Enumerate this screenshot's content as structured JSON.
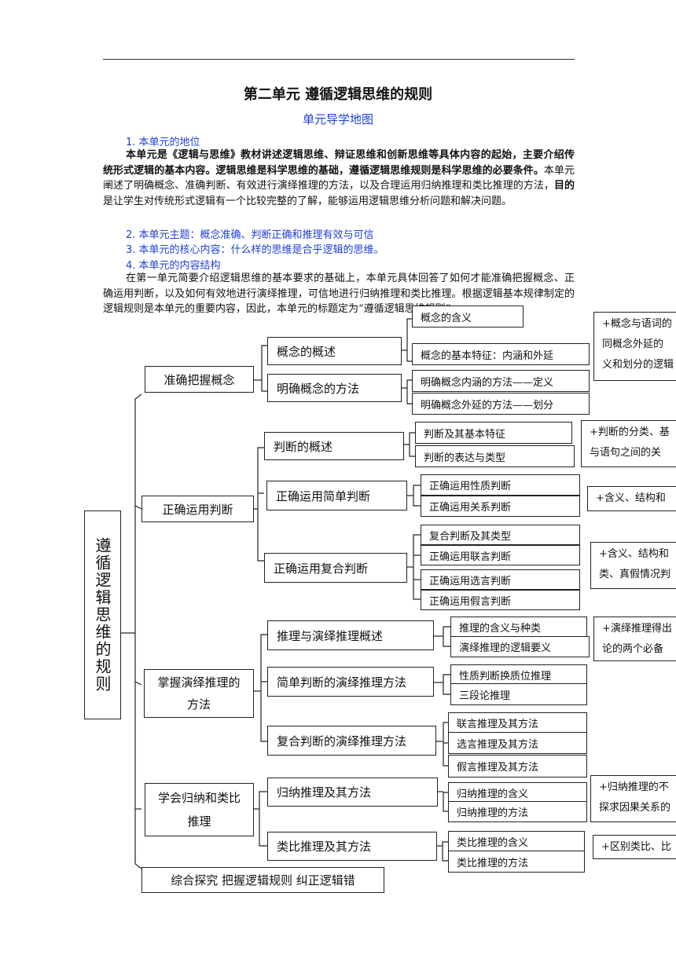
{
  "header": {
    "title": "第二单元 遵循逻辑思维的规则",
    "subtitle": "单元导学地图"
  },
  "sections": {
    "s1": "1. 本单元的地位",
    "s2": "2. 本单元主题：概念准确、判断正确和推理有效与可信",
    "s3": "3. 本单元的核心内容：什么样的思维是合乎逻辑的思维。",
    "s4": "4. 本单元的内容结构"
  },
  "para1": {
    "bold": "本单元是《逻辑与思维》教材讲述逻辑思维、辩证思维和创新思维等具体内容的起始，主要介绍传统形式逻辑的基本内容。逻辑思维是科学思维的基础，遵循逻辑思维规则是科学思维的必要条件。",
    "normal": "本单元阐述了明确概念、准确判断、有效进行演绎推理的方法，以及合理运用归纳推理和类比推理的方法，",
    "bold2": "目的",
    "normal2": "是让学生对传统形式逻辑有一个比较完整的了解，能够运用逻辑思维分析问题和解决问题。"
  },
  "para2": "在第一单元简要介绍逻辑思维的基本要求的基础上，本单元具体回答了如何才能准确把握概念、正确运用判断，以及如何有效地进行演绎推理，可信地进行归纳推理和类比推理。根据逻辑基本规律制定的逻辑规则是本单元的重要内容，因此，本单元的标题定为“遵循逻辑思维规则”。",
  "map": {
    "root": "遵循逻辑思维的规则",
    "concept": {
      "label": "准确把握概念",
      "overview": "概念的概述",
      "meaning": "概念的含义",
      "features": "概念的基本特征：内涵和外延",
      "method": "明确概念的方法",
      "define": "明确概念内涵的方法——定义",
      "divide": "明确概念外延的方法——划分",
      "note": [
        "+概念与语词的",
        "同概念外延的",
        "义和划分的逻辑"
      ]
    },
    "judgment": {
      "label": "正确运用判断",
      "overview": "判断的概述",
      "features": "判断及其基本特征",
      "types": "判断的表达与类型",
      "note1": [
        "+判断的分类、基",
        "与语句之间的关"
      ],
      "simple": "正确运用简单判断",
      "property": "正确运用性质判断",
      "relation": "正确运用关系判断",
      "note2": "+含义、结构和",
      "compound": "正确运用复合判断",
      "ctypes": "复合判断及其类型",
      "conj": "正确运用联言判断",
      "disj": "正确运用选言判断",
      "hypo": "正确运用假言判断",
      "note3": [
        "+含义、结构和",
        "类、真假情况判"
      ]
    },
    "deduction": {
      "label": "掌握演绎推理的方法",
      "overview": "推理与演绎推理概述",
      "kinds": "推理的含义与种类",
      "requirements": "演绎推理的逻辑要义",
      "note1": [
        "+演绎推理得出",
        "论的两个必备"
      ],
      "simple": "简单判断的演绎推理方法",
      "conversion": "性质判断换质位推理",
      "syllogism": "三段论推理",
      "compound": "复合判断的演绎推理方法",
      "conj": "联言推理及其方法",
      "disj": "选言推理及其方法",
      "hypo": "假言推理及其方法"
    },
    "induction": {
      "label": "学会归纳和类比推理",
      "ind": "归纳推理及其方法",
      "ind_meaning": "归纳推理的含义",
      "ind_method": "归纳推理的方法",
      "note1": [
        "+归纳推理的不",
        "探求因果关系的"
      ],
      "ana": "类比推理及其方法",
      "ana_meaning": "类比推理的含义",
      "ana_method": "类比推理的方法",
      "note2": "+区别类比、比"
    },
    "inquiry": "综合探究 把握逻辑规则 纠正逻辑错"
  }
}
